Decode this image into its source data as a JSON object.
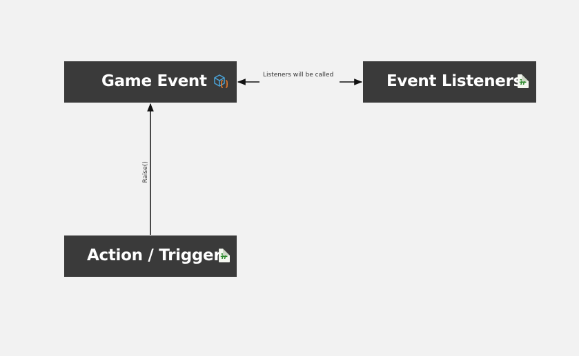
{
  "nodes": {
    "game_event": {
      "title": "Game Event",
      "icon": "scriptable-object-icon"
    },
    "event_listeners": {
      "title": "Event Listeners",
      "icon": "csharp-script-icon"
    },
    "action_trigger": {
      "title": "Action / Trigger",
      "icon": "csharp-script-icon"
    }
  },
  "edges": {
    "listeners": {
      "label": "Listeners will be called",
      "from": "Game Event",
      "to": "Event Listeners",
      "direction": "both"
    },
    "raise": {
      "label": "Raise()",
      "from": "Action / Trigger",
      "to": "Game Event",
      "direction": "forward"
    }
  },
  "icons": {
    "csharp_glyph": "#"
  },
  "colors": {
    "background": "#f2f2f2",
    "node_fill": "#3a3a3a",
    "node_text": "#ffffff",
    "edge": "#111111",
    "csharp_icon": "#2e8b2e",
    "so_icon_cube": "#4aa3d8",
    "so_icon_braces": "#e07a2e"
  }
}
